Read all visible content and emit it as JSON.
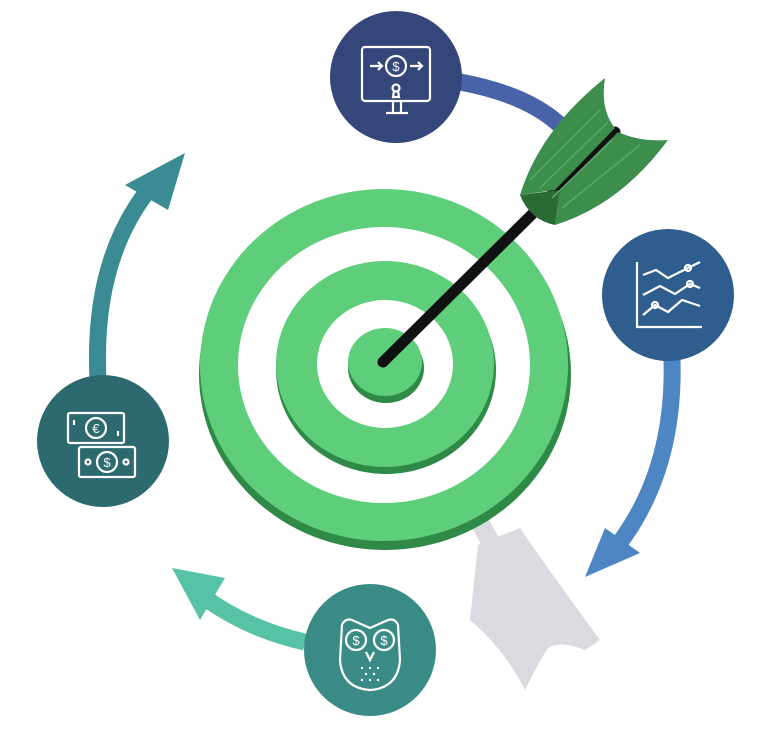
{
  "colors": {
    "background": "#ffffff",
    "target_green": "#5fce7a",
    "target_green_dark": "#2f8a47",
    "target_white": "#ffffff",
    "shadow_gray": "#d9dbe0",
    "fletch_green": "#3d8d4d",
    "fletch_dark": "#2a6a35",
    "shaft": "#111111",
    "node_top": "#34467a",
    "node_right": "#2e5d8e",
    "node_bottom": "#3a8b86",
    "node_left": "#2c6a6f",
    "arrow_top": "#4863a8",
    "arrow_right": "#4d86c2",
    "arrow_bottom": "#57c2a6",
    "arrow_left": "#3a8b94",
    "icon_stroke": "#ffffff"
  },
  "nodes": [
    {
      "id": "top",
      "icon": "secure-payment-monitor-icon"
    },
    {
      "id": "right",
      "icon": "line-chart-analytics-icon"
    },
    {
      "id": "bottom",
      "icon": "money-owl-icon"
    },
    {
      "id": "left",
      "icon": "euro-dollar-banknotes-icon"
    }
  ],
  "center": {
    "icon": "bullseye-target-with-arrow-icon"
  }
}
